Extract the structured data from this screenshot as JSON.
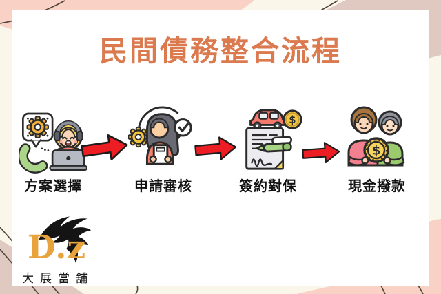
{
  "title": "民間債務整合流程",
  "flow": {
    "steps": [
      {
        "label": "方案選擇",
        "icon": "customer-service-icon"
      },
      {
        "label": "申請審核",
        "icon": "application-review-icon"
      },
      {
        "label": "簽約對保",
        "icon": "contract-signing-icon"
      },
      {
        "label": "現金撥款",
        "icon": "cash-disbursement-icon"
      }
    ],
    "arrow_icon": "right-arrow-icon",
    "arrow_count": 3
  },
  "logo": {
    "monogram": "D.z",
    "company": "大展當舖",
    "emblem": "eagle-icon"
  },
  "colors": {
    "title": "#DA7A4E",
    "arrow_red": "#EC1E24",
    "outline_dark": "#2b2b2b",
    "label_text": "#121212",
    "monogram_gold": "#E8A33D",
    "card": "#FFFFFF",
    "background_cream": "#FAF6E9",
    "background_pink": "#FAD2C5",
    "background_mauve": "#DFC9C0"
  }
}
